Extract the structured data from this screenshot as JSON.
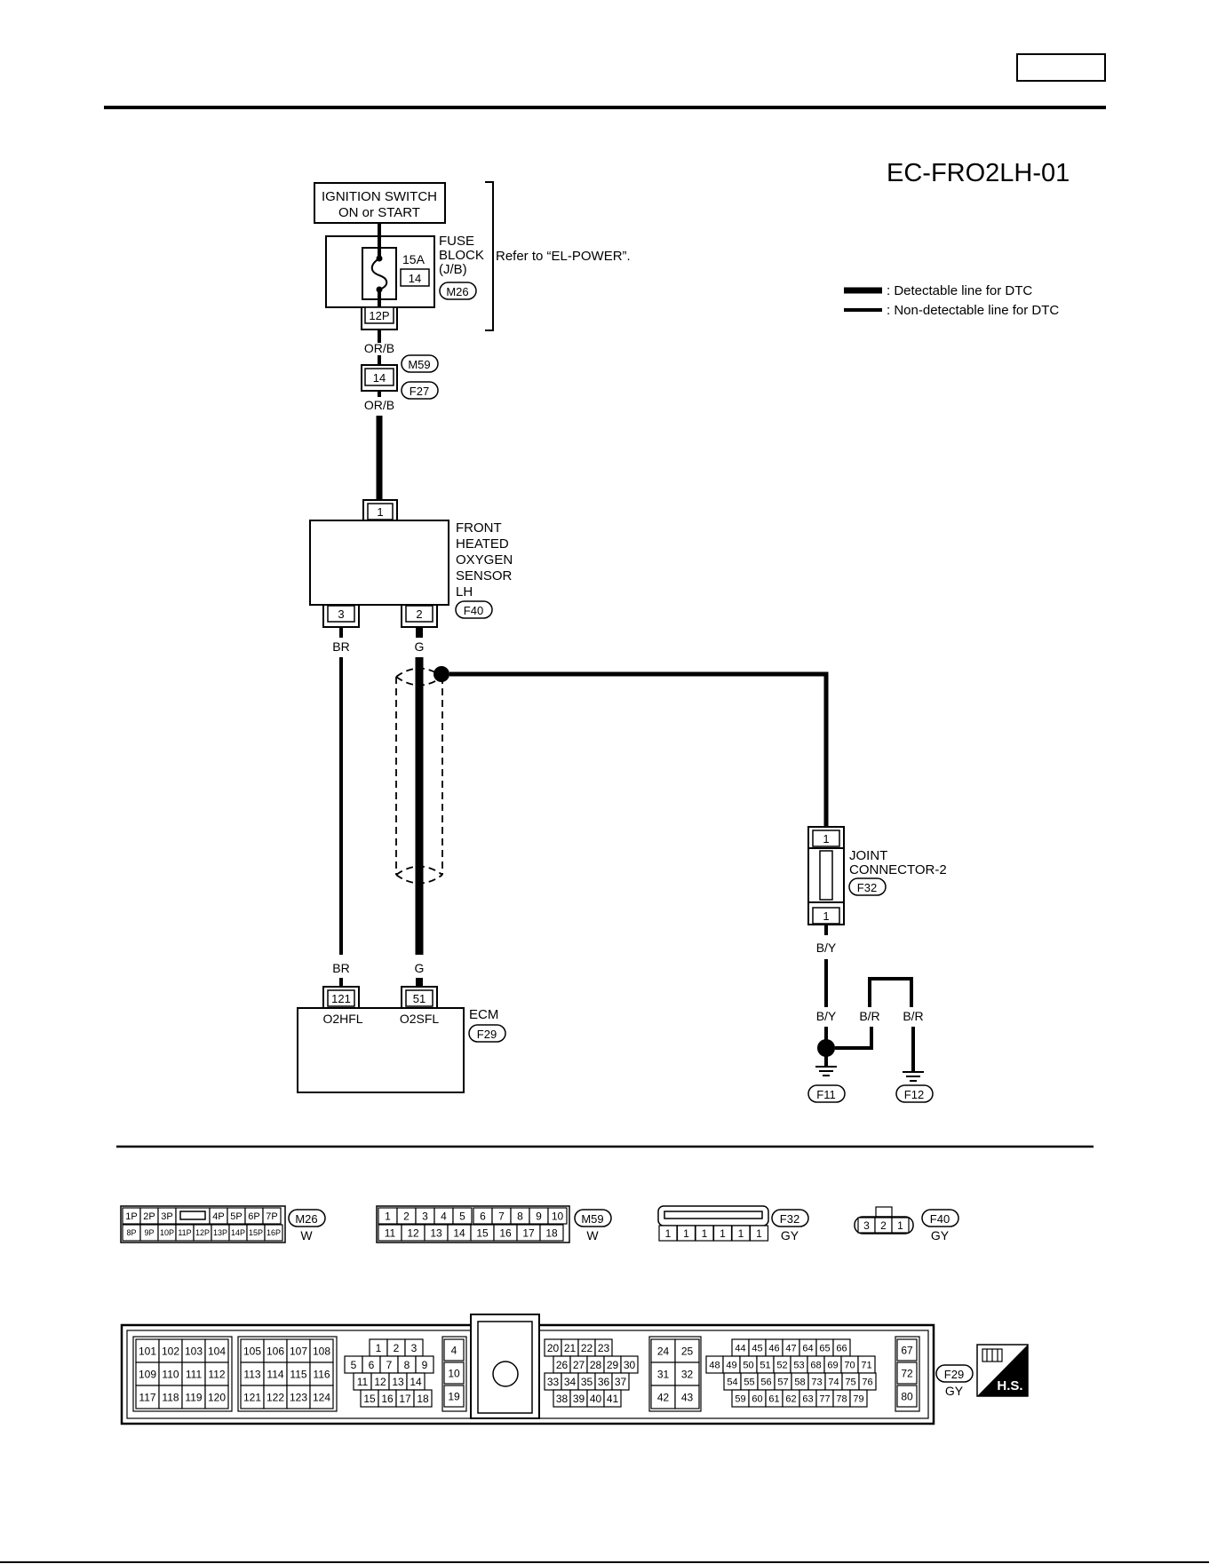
{
  "page": {
    "diagram_id": "EC-FRO2LH-01",
    "legend": {
      "detectable": ": Detectable line for DTC",
      "non_detectable": ": Non-detectable line for DTC"
    }
  },
  "power": {
    "ignition_line1": "IGNITION SWITCH",
    "ignition_line2": "ON or START",
    "fuse_rating": "15A",
    "fuse_no": "14",
    "fuse_block_l1": "FUSE",
    "fuse_block_l2": "BLOCK",
    "fuse_block_l3": "(J/B)",
    "fuse_block_conn": "M26",
    "refer": "Refer to “EL-POWER”.",
    "fuse_terminal": "12P"
  },
  "harness": {
    "wire_top": "OR/B",
    "wire_bottom": "OR/B",
    "terminal": "14",
    "conn_upper": "M59",
    "conn_lower": "F27"
  },
  "sensor": {
    "line1": "FRONT",
    "line2": "HEATED",
    "line3": "OXYGEN",
    "line4": "SENSOR",
    "line5": "LH",
    "connector": "F40",
    "term_top": "1",
    "term_left": "3",
    "term_right": "2",
    "wire_left": "BR",
    "wire_right": "G"
  },
  "joint": {
    "line1": "JOINT",
    "line2": "CONNECTOR-2",
    "connector": "F32",
    "term_top": "1",
    "term_bottom": "1",
    "wire_below": "B/Y"
  },
  "ground": {
    "wire_by": "B/Y",
    "wire_br1": "B/R",
    "wire_br2": "B/R",
    "gnd1": "F11",
    "gnd2": "F12"
  },
  "ecm": {
    "name": "ECM",
    "connector": "F29",
    "wire_left": "BR",
    "wire_right": "G",
    "term_left": "121",
    "term_right": "51",
    "label_left": "O2HFL",
    "label_right": "O2SFL"
  },
  "connectors_view": {
    "m26": {
      "id": "M26",
      "color": "W",
      "top": [
        "1P",
        "2P",
        "3P",
        "4P",
        "5P",
        "6P",
        "7P"
      ],
      "bottom": [
        "8P",
        "9P",
        "10P",
        "11P",
        "12P",
        "13P",
        "14P",
        "15P",
        "16P"
      ]
    },
    "m59": {
      "id": "M59",
      "color": "W",
      "top": [
        "1",
        "2",
        "3",
        "4",
        "5",
        "6",
        "7",
        "8",
        "9",
        "10"
      ],
      "bottom": [
        "11",
        "12",
        "13",
        "14",
        "15",
        "16",
        "17",
        "18"
      ]
    },
    "f32": {
      "id": "F32",
      "color": "GY",
      "bottom": [
        "1",
        "1",
        "1",
        "1",
        "1",
        "1"
      ]
    },
    "f40": {
      "id": "F40",
      "color": "GY",
      "pins": [
        "3",
        "2",
        "1"
      ]
    },
    "f29": {
      "id": "F29",
      "color": "GY",
      "hs": "H.S.",
      "g1": [
        [
          "101",
          "102",
          "103",
          "104"
        ],
        [
          "109",
          "110",
          "111",
          "112"
        ],
        [
          "117",
          "118",
          "119",
          "120"
        ]
      ],
      "g2": [
        [
          "105",
          "106",
          "107",
          "108"
        ],
        [
          "113",
          "114",
          "115",
          "116"
        ],
        [
          "121",
          "122",
          "123",
          "124"
        ]
      ],
      "g3": [
        [
          "1",
          "2",
          "3"
        ],
        [
          "5",
          "6",
          "7",
          "8",
          "9"
        ],
        [
          "11",
          "12",
          "13",
          "14"
        ],
        [
          "15",
          "16",
          "17",
          "18"
        ]
      ],
      "g4": [
        "4",
        "10",
        "19"
      ],
      "g5": [
        [
          "20",
          "21",
          "22",
          "23"
        ],
        [
          "26",
          "27",
          "28",
          "29",
          "30"
        ],
        [
          "33",
          "34",
          "35",
          "36",
          "37"
        ],
        [
          "38",
          "39",
          "40",
          "41"
        ]
      ],
      "g6": [
        [
          "24",
          "25"
        ],
        [
          "31",
          "32"
        ],
        [
          "42",
          "43"
        ]
      ],
      "g7": [
        [
          "44",
          "45",
          "46",
          "47",
          "64",
          "65",
          "66"
        ],
        [
          "48",
          "49",
          "50",
          "51",
          "52",
          "53",
          "68",
          "69",
          "70",
          "71"
        ],
        [
          "54",
          "55",
          "56",
          "57",
          "58",
          "73",
          "74",
          "75",
          "76"
        ],
        [
          "59",
          "60",
          "61",
          "62",
          "63",
          "77",
          "78",
          "79"
        ]
      ],
      "g8": [
        "67",
        "72",
        "80"
      ]
    }
  }
}
